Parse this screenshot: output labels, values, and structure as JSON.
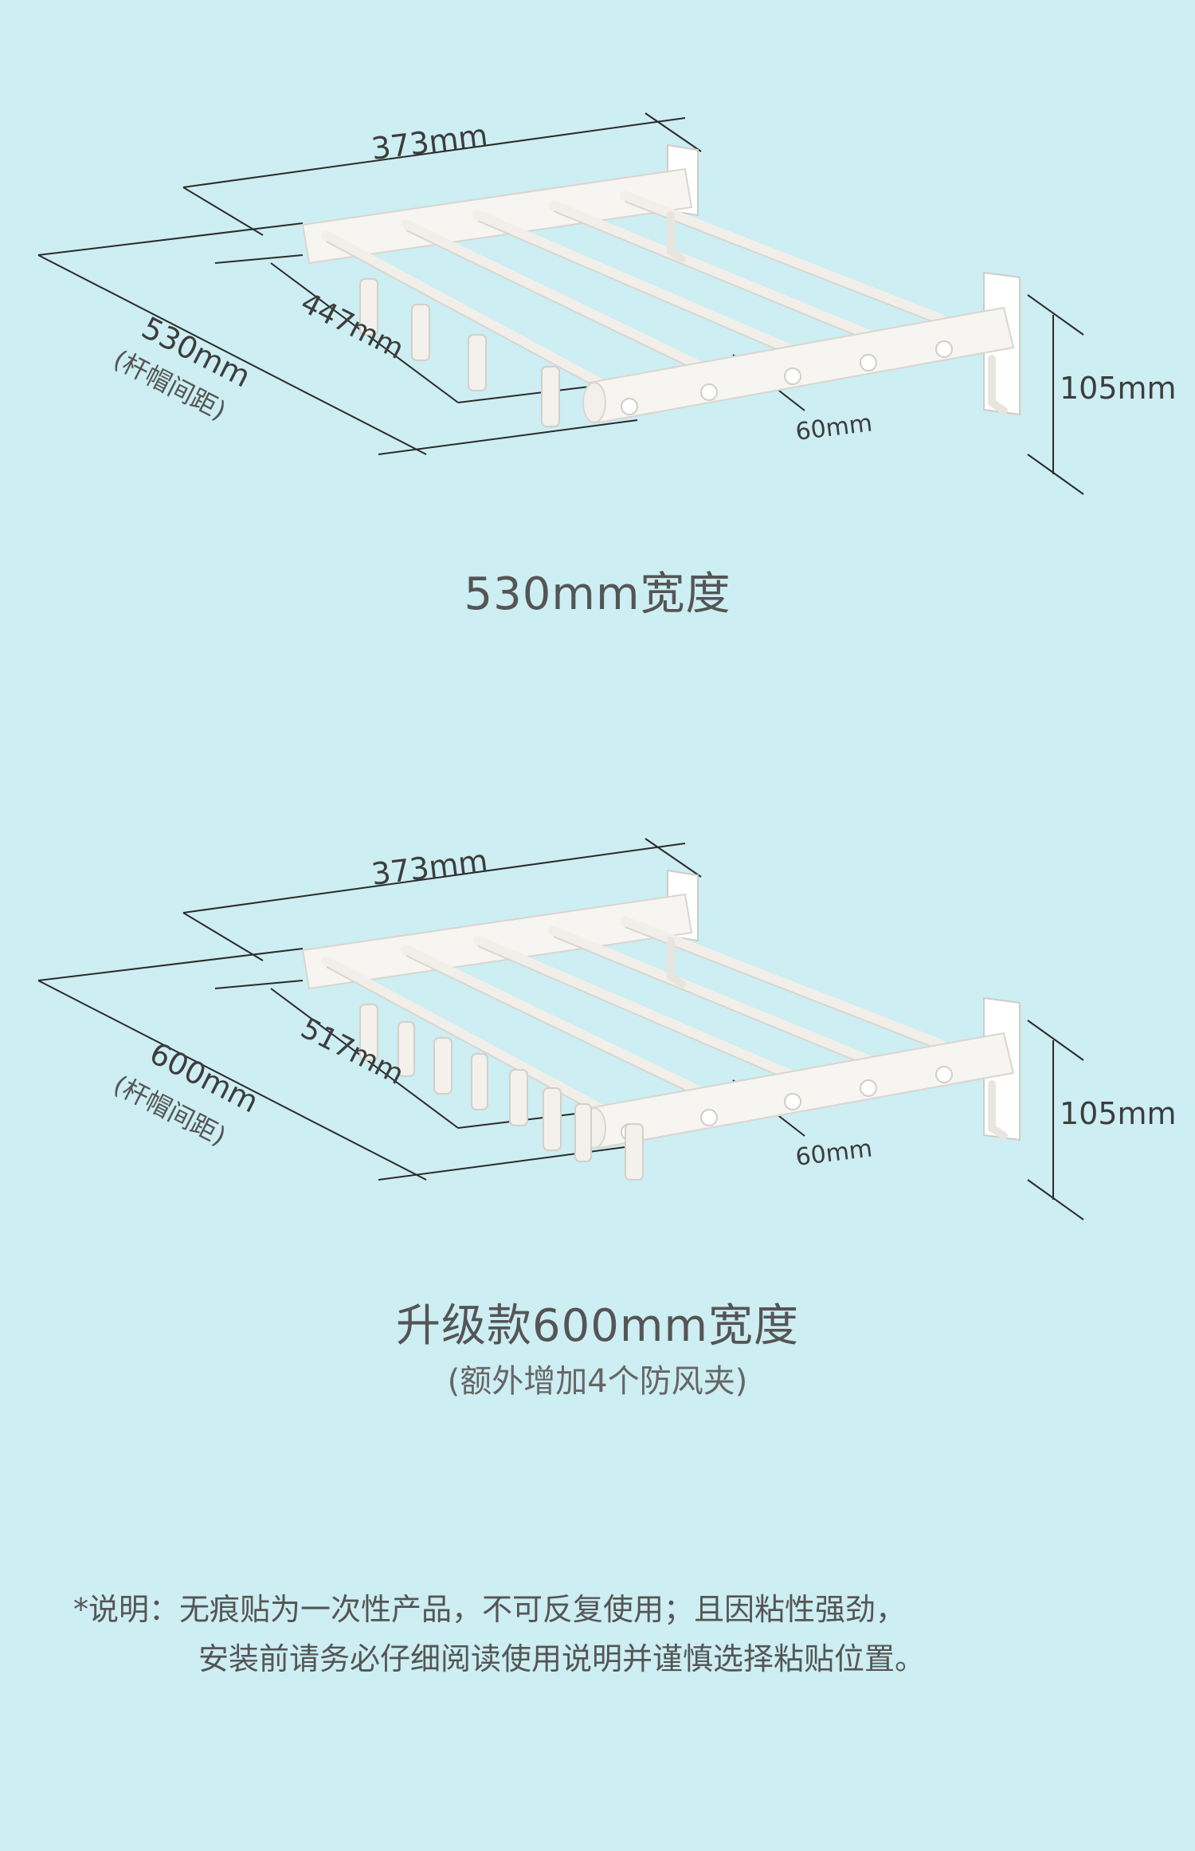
{
  "diagrams": [
    {
      "id": "top",
      "width_label": "530mm",
      "width_sublabel": "(杆帽间距)",
      "inner_label": "447mm",
      "length_label": "373mm",
      "spacing_label": "60mm",
      "height_label": "105mm",
      "caption": "530mm宽度",
      "clip_count": 4
    },
    {
      "id": "bottom",
      "width_label": "600mm",
      "width_sublabel": "(杆帽间距)",
      "inner_label": "517mm",
      "length_label": "373mm",
      "spacing_label": "60mm",
      "height_label": "105mm",
      "caption": "升级款600mm宽度",
      "caption_sub": "(额外增加4个防风夹)",
      "clip_count": 8
    }
  ],
  "note": {
    "prefix": "*说明：",
    "line1": "无痕贴为一次性产品，不可反复使用；且因粘性强劲，",
    "line2": "安装前请务必仔细阅读使用说明并谨慎选择粘贴位置。"
  },
  "colors": {
    "background": "#cdeef2",
    "rack": "#f7f5f1",
    "rack_shade": "#d9d6d0",
    "dimension_line": "#2b2b2b",
    "text": "#555555"
  }
}
